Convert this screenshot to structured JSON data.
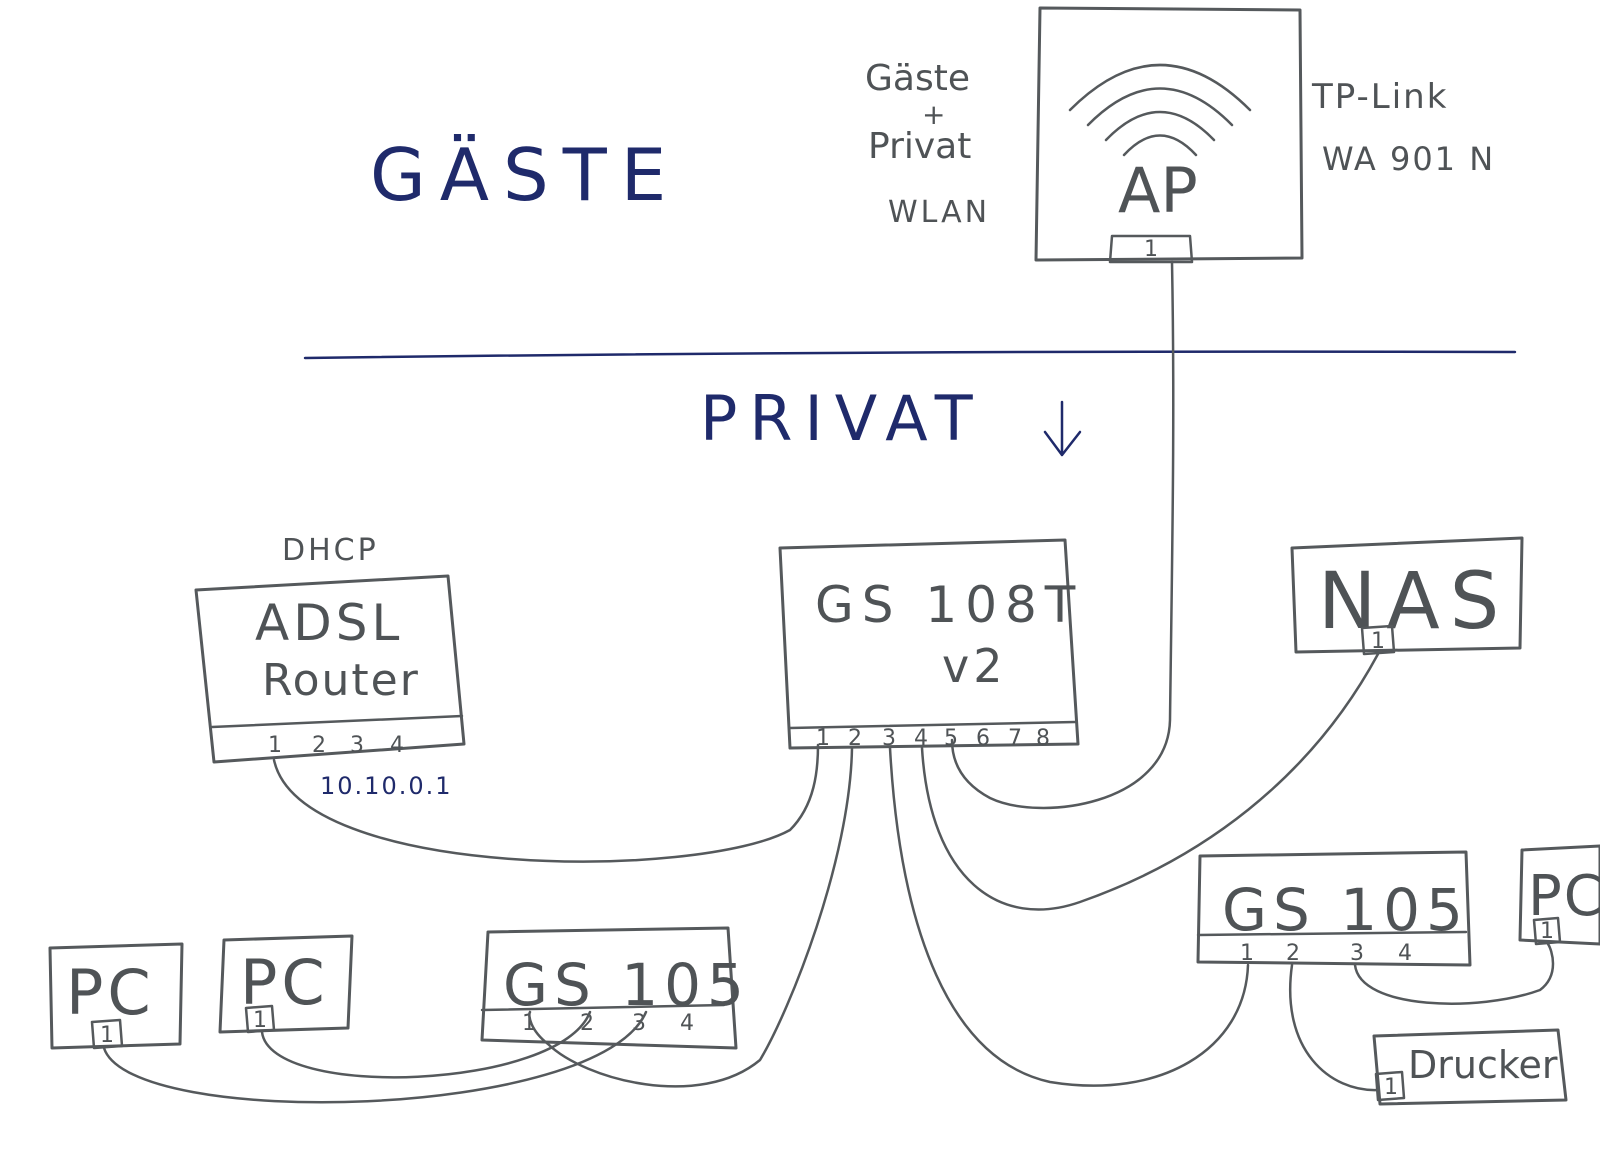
{
  "colors": {
    "pencil": "#55595c",
    "ink": "#1f2a6b",
    "paper": "#ffffff"
  },
  "zones": {
    "guest_zone": "GÄSTE",
    "private_zone": "PRIVAT"
  },
  "access_point": {
    "label": "AP",
    "port": "1",
    "model_line1": "TP-Link",
    "model_line2": "WA 901 N",
    "note_line1": "Gäste",
    "note_line2": "+",
    "note_line3": "Privat",
    "note_line4": "WLAN",
    "icon": "wifi-icon"
  },
  "router": {
    "line1": "ADSL",
    "line2": "Router",
    "service": "DHCP",
    "ip": "10.10.0.1",
    "ports": [
      "1",
      "2",
      "3",
      "4"
    ]
  },
  "core_switch": {
    "line1": "GS 108T",
    "line2": "v2",
    "ports": [
      "1",
      "2",
      "3",
      "4",
      "5",
      "6",
      "7",
      "8"
    ]
  },
  "nas": {
    "label": "NAS",
    "port": "1"
  },
  "left_switch": {
    "label": "GS 105",
    "ports": [
      "1",
      "2",
      "3",
      "4"
    ]
  },
  "right_switch": {
    "label": "GS 105",
    "ports": [
      "1",
      "2",
      "3",
      "4"
    ]
  },
  "pcs": [
    {
      "label": "PC",
      "port": "1"
    },
    {
      "label": "PC",
      "port": "1"
    },
    {
      "label": "PC",
      "port": "1"
    }
  ],
  "printer": {
    "label": "Drucker",
    "port": "1"
  }
}
